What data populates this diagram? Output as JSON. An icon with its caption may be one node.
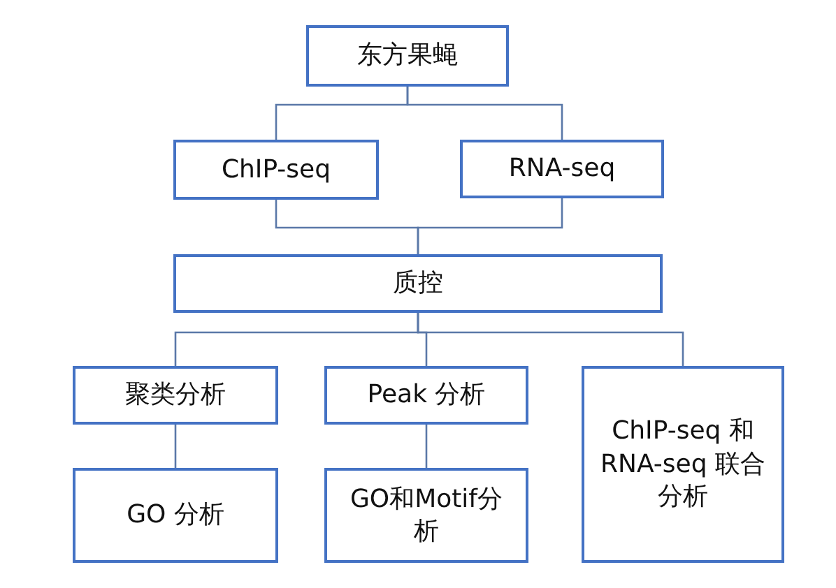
{
  "diagram": {
    "nodes": [
      {
        "text": [
          "东方果蝇"
        ]
      },
      {
        "text": [
          "ChIP-seq"
        ]
      },
      {
        "text": [
          "RNA-seq"
        ]
      },
      {
        "text": [
          "质控"
        ]
      },
      {
        "text": [
          "聚类分析"
        ]
      },
      {
        "text": [
          "Peak 分析"
        ]
      },
      {
        "text": [
          "ChIP-seq 和 RNA-seq 联合分析"
        ]
      },
      {
        "text": [
          "GO 分析"
        ]
      },
      {
        "text": [
          "GO和Motif分析"
        ]
      }
    ],
    "edges": [
      {
        "from": 0,
        "to": 1,
        "arrow": "none"
      },
      {
        "from": 0,
        "to": 2,
        "arrow": "none"
      },
      {
        "from": 1,
        "to": 3,
        "arrow": "none"
      },
      {
        "from": 2,
        "to": 3,
        "arrow": "none"
      },
      {
        "from": 3,
        "to": 4,
        "arrow": "none"
      },
      {
        "from": 3,
        "to": 5,
        "arrow": "none"
      },
      {
        "from": 3,
        "to": 6,
        "arrow": "none"
      },
      {
        "from": 4,
        "to": 7,
        "arrow": "none"
      },
      {
        "from": 5,
        "to": 8,
        "arrow": "none"
      }
    ]
  }
}
